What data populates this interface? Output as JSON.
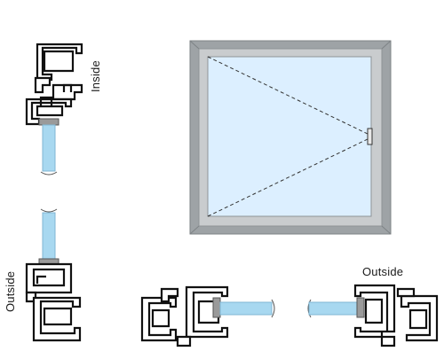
{
  "labels": {
    "inside": "Inside",
    "outside_vertical": "Outside",
    "outside_horizontal": "Outside"
  },
  "colors": {
    "frame_outer": "#9ea3a6",
    "frame_inner": "#c9ccce",
    "glass": "#dcefff",
    "glass_profile": "#a8d8f0",
    "gasket": "#9a9a9a",
    "profile_stroke": "#111111",
    "hinge_line": "#333333"
  }
}
